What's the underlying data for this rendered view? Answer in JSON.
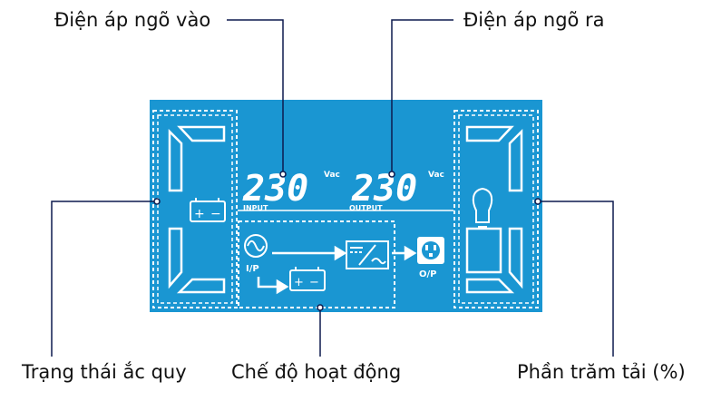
{
  "callouts": {
    "input_voltage": "Điện áp ngõ vào",
    "output_voltage": "Điện áp ngõ ra",
    "battery_status": "Trạng thái ắc quy",
    "operation_mode": "Chế độ hoạt động",
    "load_percent": "Phần trăm tải (%)"
  },
  "display": {
    "input_value": "230",
    "output_value": "230",
    "input_unit": "Vac",
    "output_unit": "Vac",
    "input_label": "INPUT",
    "output_label": "OUTPUT",
    "ip_label": "I/P",
    "op_label": "O/P",
    "battery_plus": "+",
    "battery_minus": "−"
  },
  "colors": {
    "lcd_background": "#1a96d2",
    "lcd_foreground": "#ffffff",
    "leader_line": "#0d1a4e"
  },
  "icons": [
    "battery-icon",
    "ac-source-icon",
    "inverter-icon",
    "power-outlet-icon",
    "load-bulb-icon"
  ]
}
